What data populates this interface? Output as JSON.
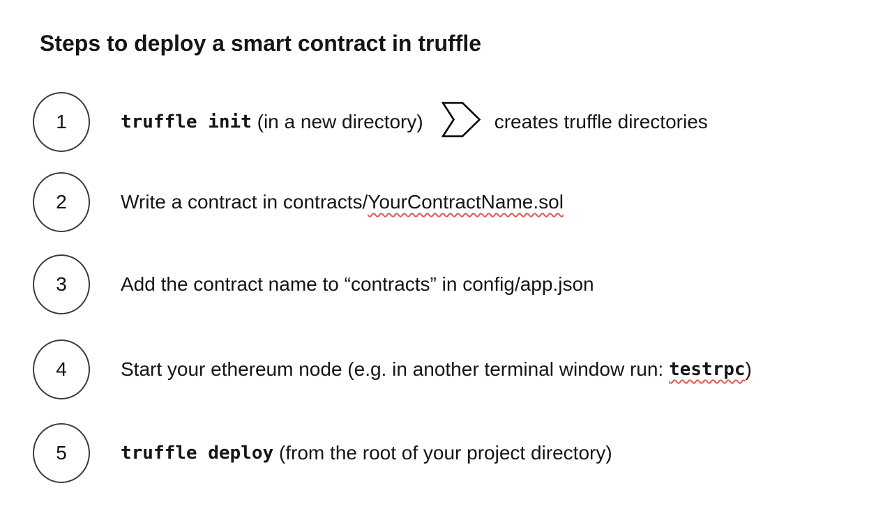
{
  "title": "Steps to deploy a smart contract in truffle",
  "colors": {
    "background": "#ffffff",
    "text": "#151515",
    "circle_border": "#3b3b3b",
    "spellcheck_squiggle": "#e05a50",
    "chevron_stroke": "#000000"
  },
  "steps": [
    {
      "number": "1",
      "parts": [
        {
          "text": "truffle init",
          "style": "code"
        },
        {
          "text": " (in a new directory)",
          "style": "plain"
        }
      ],
      "result": {
        "icon": "chevron-right-icon",
        "text": "creates truffle directories"
      }
    },
    {
      "number": "2",
      "parts": [
        {
          "text": "Write a contract in contracts/",
          "style": "plain"
        },
        {
          "text": "YourContractName.sol",
          "style": "plain-misspelled"
        }
      ]
    },
    {
      "number": "3",
      "parts": [
        {
          "text": "Add the contract name to “contracts” in config/app.json",
          "style": "plain"
        }
      ]
    },
    {
      "number": "4",
      "parts": [
        {
          "text": "Start your ethereum node (e.g. in another terminal window run: ",
          "style": "plain"
        },
        {
          "text": "testrpc",
          "style": "code-misspelled"
        },
        {
          "text": ")",
          "style": "plain"
        }
      ]
    },
    {
      "number": "5",
      "parts": [
        {
          "text": "truffle deploy",
          "style": "code"
        },
        {
          "text": " (from the root of your project directory)",
          "style": "plain"
        }
      ]
    }
  ]
}
